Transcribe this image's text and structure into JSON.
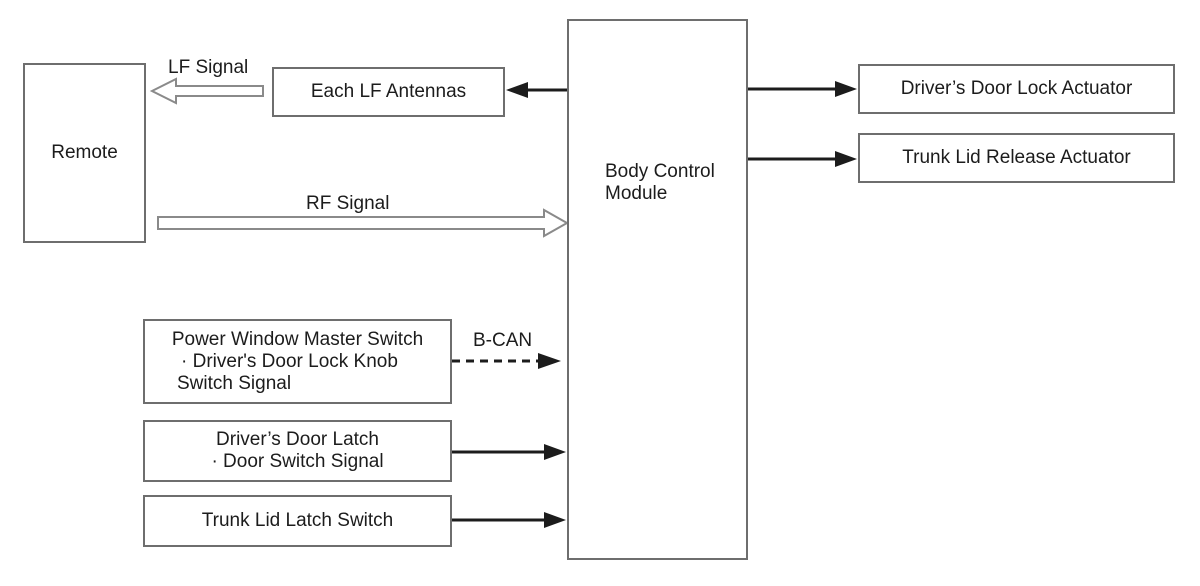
{
  "diagram": {
    "nodes": {
      "remote": {
        "label": "Remote"
      },
      "lf_antennas": {
        "label": "Each LF Antennas"
      },
      "bcm": {
        "line1": "Body Control",
        "line2": "Module"
      },
      "door_lock_actuator": {
        "label": "Driver’s Door Lock Actuator"
      },
      "trunk_release_actuator": {
        "label": "Trunk Lid Release Actuator"
      },
      "pwms": {
        "line1": "Power Window Master Switch",
        "line2": "· Driver's Door Lock Knob",
        "line3": "Switch Signal"
      },
      "door_latch": {
        "line1": "Driver’s Door Latch",
        "line2": "· Door Switch Signal"
      },
      "trunk_latch": {
        "label": "Trunk Lid Latch Switch"
      }
    },
    "labels": {
      "lf_signal": "LF Signal",
      "rf_signal": "RF Signal",
      "b_can": "B-CAN"
    },
    "colors": {
      "background": "#ffffff",
      "box_border": "#6e6e6e",
      "text": "#1c1c1c",
      "solid_arrow": "#1c1c1c",
      "hollow_arrow_outline": "#8a8a8a"
    }
  }
}
